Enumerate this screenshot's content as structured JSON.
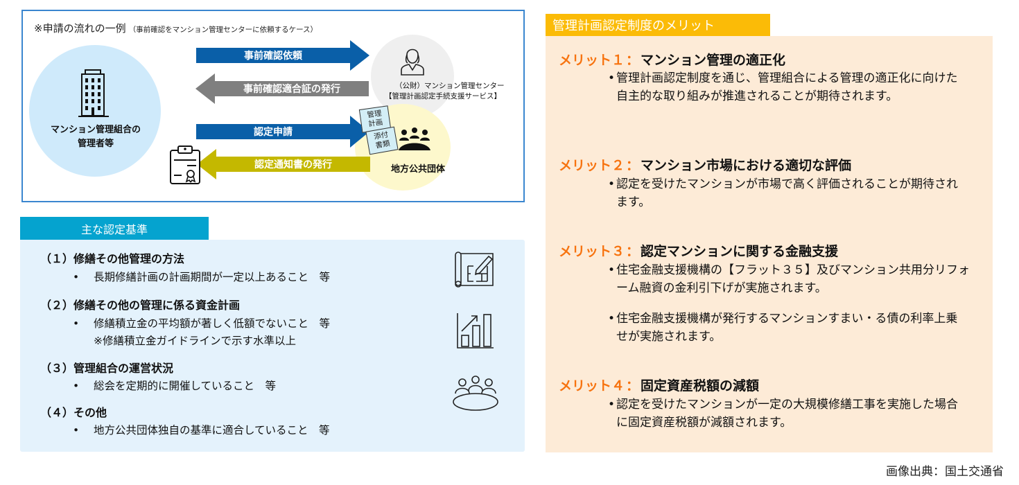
{
  "flow": {
    "title": "※申請の流れの一例",
    "subtitle": "（事前確認をマンション管理センターに依頼するケース）",
    "manager_label_line1": "マンション管理組合の",
    "manager_label_line2": "管理者等",
    "center_label_line1": "（公財）マンション管理センター",
    "center_label_line2": "【管理計画認定手続支援サービス】",
    "government_label": "地方公共団体",
    "arrows": [
      {
        "label": "事前確認依頼",
        "direction": "right",
        "color": "#0a5fa8"
      },
      {
        "label": "事前確認適合証の発行",
        "direction": "left",
        "color": "#7f7f7f"
      },
      {
        "label": "認定申請",
        "direction": "right",
        "color": "#0a5fa8"
      },
      {
        "label": "認定通知書の発行",
        "direction": "left",
        "color": "#c4b800"
      }
    ],
    "doc_cards": [
      {
        "line1": "管理",
        "line2": "計画"
      },
      {
        "line1": "添付",
        "line2": "書類"
      }
    ]
  },
  "criteria": {
    "header": "主な認定基準",
    "items": [
      {
        "heading": "（１）修繕その他管理の方法",
        "bullet": "長期修繕計画の計画期間が一定以上あること　等",
        "icon": "blueprint-icon"
      },
      {
        "heading": "（２）修繕その他の管理に係る資金計画",
        "bullet": "修繕積立金の平均額が著しく低額でないこと　等",
        "note": "※修繕積立金ガイドラインで示す水準以上",
        "icon": "bar-chart-growth-icon"
      },
      {
        "heading": "（３）管理組合の運営状況",
        "bullet": "総会を定期的に開催していること　等",
        "icon": "meeting-icon"
      },
      {
        "heading": "（４）その他",
        "bullet": "地方公共団体独自の基準に適合していること　等"
      }
    ],
    "bullet_char": "•"
  },
  "merits": {
    "header": "管理計画認定制度のメリット",
    "items": [
      {
        "prefix": "メリット１",
        "title": "マンション管理の適正化",
        "paragraphs": [
          "管理計画認定制度を通じ、管理組合による管理の適正化に向けた自主的な取り組みが推進されることが期待されます。"
        ]
      },
      {
        "prefix": "メリット２",
        "title": "マンション市場における適切な評価",
        "paragraphs": [
          "認定を受けたマンションが市場で高く評価されることが期待されます。"
        ]
      },
      {
        "prefix": "メリット３",
        "title": "認定マンションに関する金融支援",
        "paragraphs": [
          "住宅金融支援機構の【フラット３５】及びマンション共用分リフォーム融資の金利引下げが実施されます。",
          "住宅金融支援機構が発行するマンションすまい・る債の利率上乗せが実施されます。"
        ]
      },
      {
        "prefix": "メリット４",
        "title": "固定資産税額の減額",
        "paragraphs": [
          "認定を受けたマンションが一定の大規模修繕工事を実施した場合に固定資産税額が減額されます。"
        ]
      }
    ],
    "separator": "：",
    "bullet_char": "•"
  },
  "credit": "画像出典：国土交通省",
  "colors": {
    "flow_border": "#3a86cf",
    "criteria_header": "#05a3cf",
    "criteria_bg": "#e4f2fc",
    "merits_header": "#fbbb07",
    "merits_bg": "#fdebd7",
    "merit_accent": "#f7730f"
  }
}
